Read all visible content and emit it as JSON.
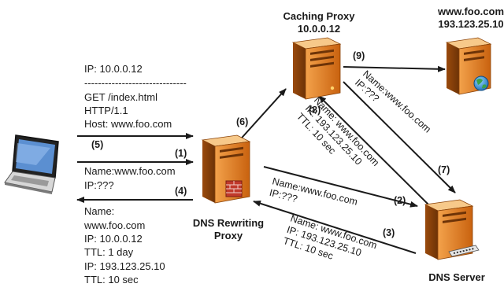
{
  "nodes": {
    "caching_proxy": {
      "name": "Caching Proxy",
      "ip": "10.0.0.12"
    },
    "origin": {
      "name": "www.foo.com",
      "ip": "193.123.25.10"
    },
    "dns_proxy": {
      "line1": "DNS Rewriting",
      "line2": "Proxy"
    },
    "dns_server": {
      "name": "DNS Server"
    }
  },
  "http_request": {
    "ip": "IP: 10.0.0.12",
    "separator": "------------------------------",
    "line1": "GET /index.html",
    "line2": "HTTP/1.1",
    "line3": "Host: www.foo.com"
  },
  "query_to_proxy": {
    "name": "Name:www.foo.com",
    "ip": "IP:???"
  },
  "response_to_client": {
    "line1": "Name:",
    "line2": "www.foo.com",
    "line3": "IP: 10.0.0.12",
    "line4": "TTL: 1 day",
    "line5": "IP: 193.123.25.10",
    "line6": "TTL: 10 sec"
  },
  "query_to_dns": {
    "name": "Name:www.foo.com",
    "ip": "IP:???"
  },
  "dns_response": {
    "name": "Name: www.foo.com",
    "ip": "IP: 193.123.25.10",
    "ttl": "TTL: 10 sec"
  },
  "proxy_response": {
    "name": "Name: www.foo.com",
    "ip": "IP: 193.123.25.10",
    "ttl": "TTL: 10 sec"
  },
  "proxy_query": {
    "name": "Name:www.foo.com",
    "ip": "IP:???"
  },
  "steps": {
    "s1": "(1)",
    "s2": "(2)",
    "s3": "(3)",
    "s4": "(4)",
    "s5": "(5)",
    "s6": "(6)",
    "s7": "(7)",
    "s8": "(8)",
    "s9": "(9)"
  },
  "icons": {
    "client": "laptop-icon",
    "server": "server-tower-icon",
    "globe": "globe-icon",
    "firewall": "firewall-icon",
    "network": "network-card-icon"
  },
  "colors": {
    "server_orange": "#e07a1a",
    "server_light": "#f7c98a",
    "server_dark": "#a24d0c",
    "arrow": "#1a1a1a"
  }
}
